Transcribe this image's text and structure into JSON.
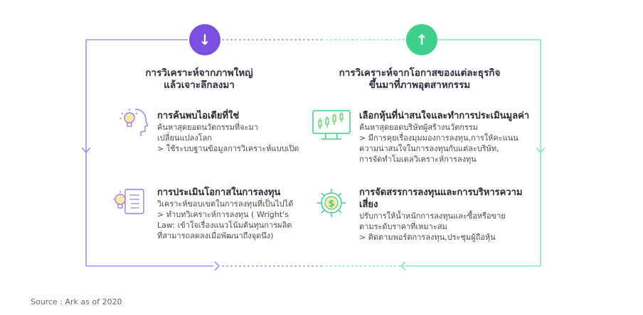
{
  "colors": {
    "left_accent": "#7b4fe0",
    "right_accent": "#3ecf8a",
    "left_line": "#a78df0",
    "right_line": "#86e8b6"
  },
  "left": {
    "arrow_icon": "↓",
    "heading": "การวิเคราะห์จากภาพใหญ่\nแล้วเจาะลึกลงมา",
    "items": [
      {
        "icon": "lightbulb-head-icon",
        "title": "การค้นพบไอเดียที่ใช่",
        "body": "ค้นหาสุดยอดนวัตกรรมที่จะมา\nเปลี่ยนแปลงโลก\n> ใช้ระบบฐานข้อมูลการวิเคราะห์แบบเปิด"
      },
      {
        "icon": "lightbulb-document-icon",
        "title": "การประเมินโอกาสในการลงทุน",
        "body": "วิเคราะห์ขอบเขตในการลงทุนที่เป็นไปได้\n> ทำบทวิเคราะห์การลงทุน ( Wright's\nLaw: เข้าใจเรื่องแนวโน้มต้นทุนการผลิต\nที่สามารถลดลงเมื่อพัฒนาถึงจุดนึง)"
      }
    ]
  },
  "right": {
    "arrow_icon": "↑",
    "heading": "การวิเคราะห์จากโอกาสของแต่ละธุรกิจ\nขึ้นมาที่ภาพอุตสาหกรรม",
    "items": [
      {
        "icon": "candlestick-monitor-icon",
        "title": "เลือกหุ้นที่น่าสนใจและทำการประเมินมูลค่า",
        "body": "ค้นหาสุดยอดบริษัทผู้สร้างนวัตกรรม\n> มีการคุยเรื่องมุมมองการลงทุน,การให้คะแนน\nความน่าสนใจในการลงทุนกับแต่ละบริษัท,\nการจัดทำโมเดลวิเคราะห์การลงทุน"
      },
      {
        "icon": "gear-dollar-icon",
        "title": "การจัดสรรการลงทุนและการบริหารความเสี่ยง",
        "body": "ปรับการให้น้ำหนักการลงทุนและซื้อหรือขาย\nตามระดับราคาที่เหมาะสม\n> ติดตามพอร์ตการลงทุน,ประชุมผู้ถือหุ้น"
      }
    ]
  },
  "source": "Source : Ark as of  2020"
}
